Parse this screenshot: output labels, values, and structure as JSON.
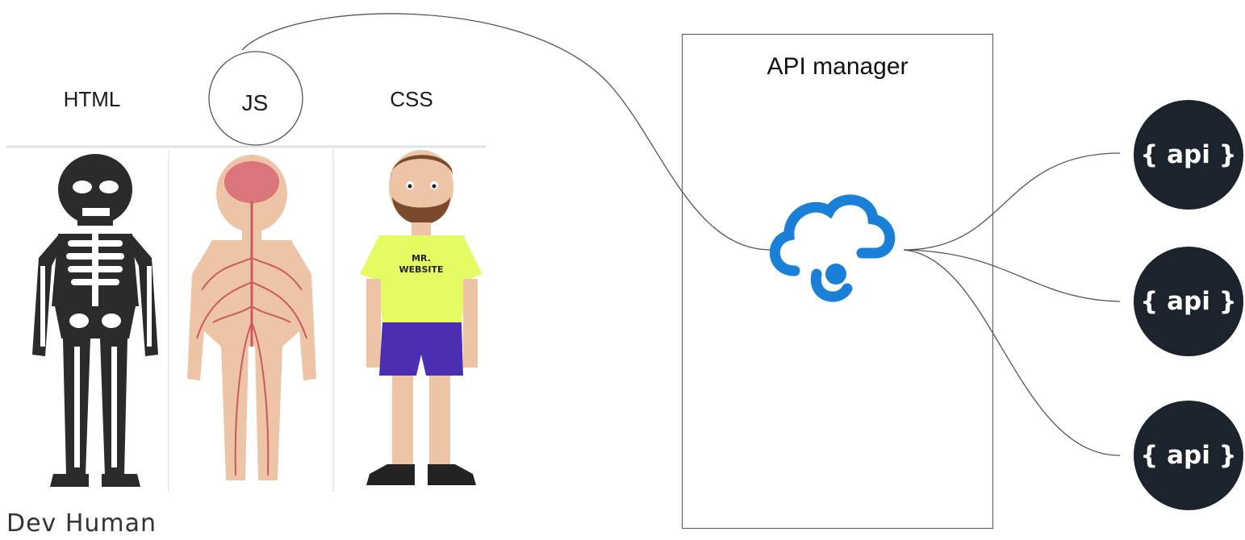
{
  "left_panel": {
    "labels": {
      "html": "HTML",
      "js": "JS",
      "css": "CSS"
    },
    "shirt_text_line1": "MR.",
    "shirt_text_line2": "WEBSITE",
    "caption": "Dev Human",
    "figures": [
      "skeleton",
      "nervous-system",
      "dressed-man"
    ]
  },
  "manager": {
    "title": "API manager",
    "icon": "cloud-api-manager-icon",
    "icon_color": "#1a7fd6"
  },
  "apis": [
    {
      "label": "{ api }"
    },
    {
      "label": "{ api }"
    },
    {
      "label": "{ api }"
    }
  ],
  "colors": {
    "badge_bg": "#1b232c",
    "connector": "#555555",
    "shirt": "#e5fb63",
    "shorts": "#4b2fb0",
    "skin": "#eec4a6",
    "nerves": "#c95a5e"
  }
}
